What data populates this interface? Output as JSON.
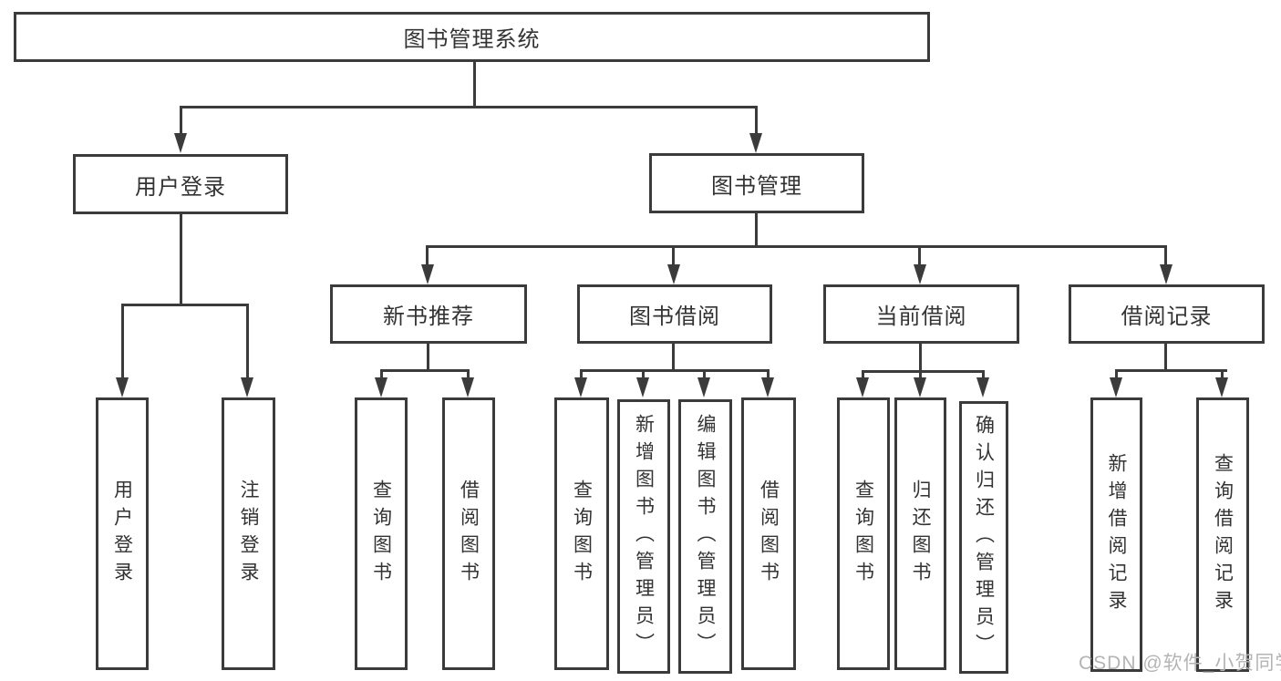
{
  "diagram": {
    "root": {
      "label": "图书管理系统"
    },
    "branches": [
      {
        "label": "用户登录",
        "children": [
          {
            "label": "用户登录"
          },
          {
            "label": "注销登录"
          }
        ]
      },
      {
        "label": "图书管理",
        "children": [
          {
            "label": "新书推荐",
            "children": [
              {
                "label": "查询图书"
              },
              {
                "label": "借阅图书"
              }
            ]
          },
          {
            "label": "图书借阅",
            "children": [
              {
                "label": "查询图书"
              },
              {
                "label": "新增图书（管理员）"
              },
              {
                "label": "编辑图书（管理员）"
              },
              {
                "label": "借阅图书"
              }
            ]
          },
          {
            "label": "当前借阅",
            "children": [
              {
                "label": "查询图书"
              },
              {
                "label": "归还图书"
              },
              {
                "label": "确认归还（管理员）"
              }
            ]
          },
          {
            "label": "借阅记录",
            "children": [
              {
                "label": "新增借阅记录"
              },
              {
                "label": "查询借阅记录"
              }
            ]
          }
        ]
      }
    ]
  },
  "watermark": {
    "text": "CSDN @软件_小贺同学"
  },
  "colors": {
    "line": "#3b3b3b",
    "text": "#333333",
    "watermark": "#b4b4b4",
    "background": "#ffffff"
  }
}
